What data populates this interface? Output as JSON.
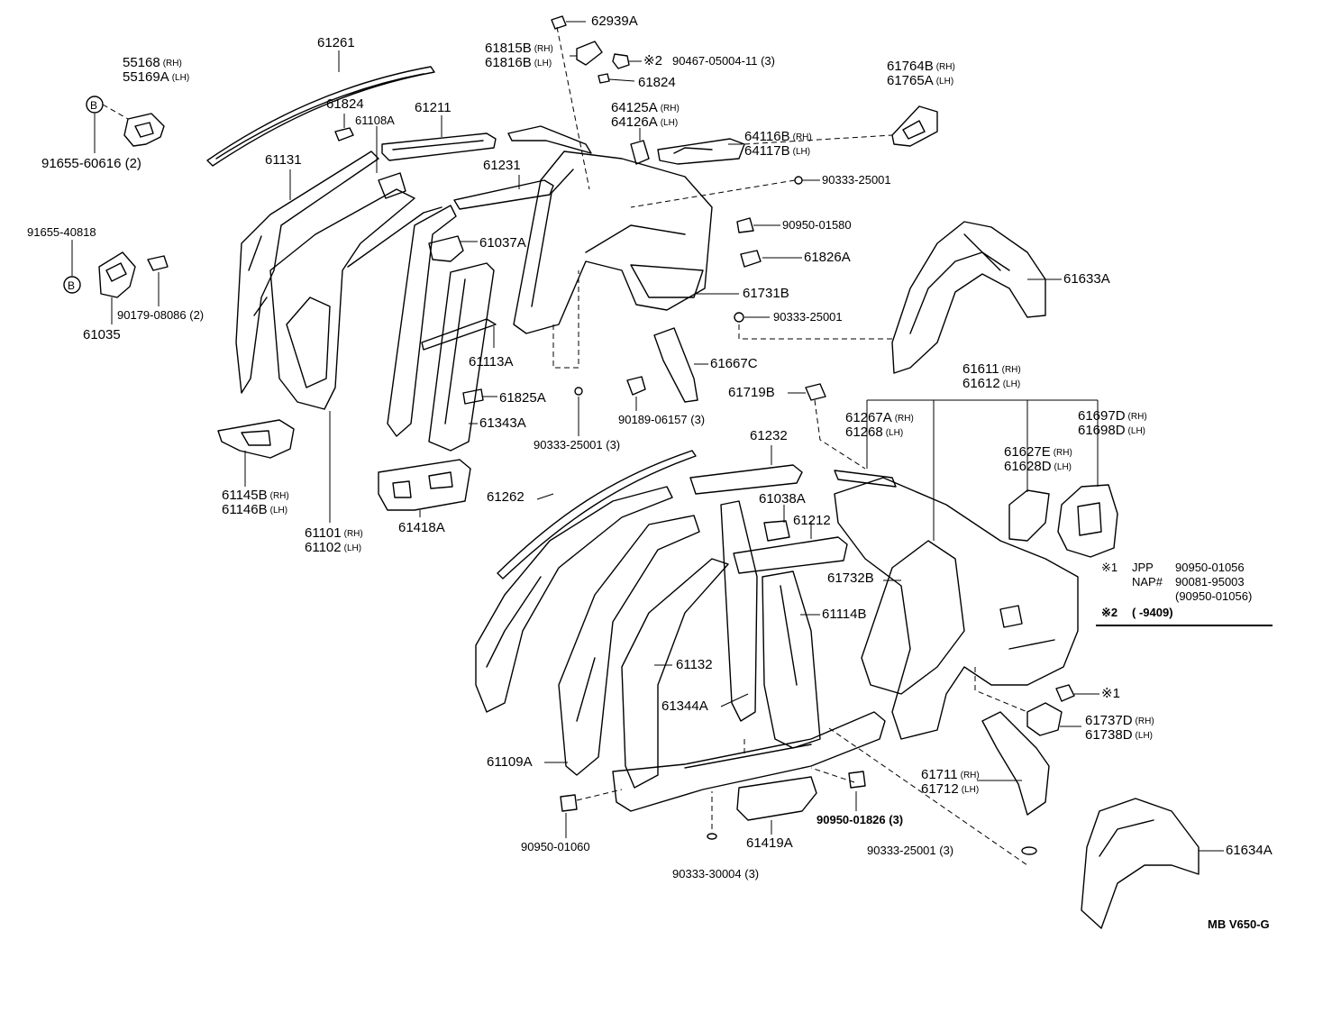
{
  "labels": {
    "p61261": "61261",
    "p55168": "55168",
    "p55168_s": "(RH)",
    "p55169A": "55169A",
    "p55169A_s": "(LH)",
    "b_marker": "B",
    "p91655_60616": "91655-60616 (2)",
    "p61824a": "61824",
    "p61108A": "61108A",
    "p61211": "61211",
    "p61131": "61131",
    "p91655_40818": "91655-40818",
    "p90179": "90179-08086 (2)",
    "p61035": "61035",
    "p62939A": "62939A",
    "p61815B": "61815B",
    "p61815B_s": "(RH)",
    "p61816B": "61816B",
    "p61816B_s": "(LH)",
    "p90467": "90467-05004-11 (3)",
    "mark2": "※2",
    "p61824b": "61824",
    "p64125A": "64125A",
    "p64125A_s": "(RH)",
    "p64126A": "64126A",
    "p64126A_s": "(LH)",
    "p64116B": "64116B",
    "p64116B_s": "(RH)",
    "p64117B": "64117B",
    "p64117B_s": "(LH)",
    "p61764B": "61764B",
    "p61764B_s": "(RH)",
    "p61765A": "61765A",
    "p61765A_s": "(LH)",
    "p61231": "61231",
    "p90333a": "90333-25001",
    "p90950_01580": "90950-01580",
    "p61826A": "61826A",
    "p61037A": "61037A",
    "p61633A": "61633A",
    "p61731B": "61731B",
    "p90333b": "90333-25001",
    "p61113A": "61113A",
    "p61667C": "61667C",
    "p61825A": "61825A",
    "p61343A": "61343A",
    "p90189": "90189-06157 (3)",
    "p90333c": "90333-25001 (3)",
    "p61719B": "61719B",
    "p61611": "61611",
    "p61611_s": "(RH)",
    "p61612": "61612",
    "p61612_s": "(LH)",
    "p61267A": "61267A",
    "p61267A_s": "(RH)",
    "p61268": "61268",
    "p61268_s": "(LH)",
    "p61697D": "61697D",
    "p61697D_s": "(RH)",
    "p61698D": "61698D",
    "p61698D_s": "(LH)",
    "p61627E": "61627E",
    "p61627E_s": "(RH)",
    "p61628D": "61628D",
    "p61628D_s": "(LH)",
    "p61145B": "61145B",
    "p61145B_s": "(RH)",
    "p61146B": "61146B",
    "p61146B_s": "(LH)",
    "p61101": "61101",
    "p61101_s": "(RH)",
    "p61102": "61102",
    "p61102_s": "(LH)",
    "p61418A": "61418A",
    "p61232": "61232",
    "p61262": "61262",
    "p61038A": "61038A",
    "p61212": "61212",
    "p61732B": "61732B",
    "p61114B": "61114B",
    "p61132": "61132",
    "p61344A": "61344A",
    "p61109A": "61109A",
    "p61711": "61711",
    "p61711_s": "(RH)",
    "p61712": "61712",
    "p61712_s": "(LH)",
    "p61737D": "61737D",
    "p61737D_s": "(RH)",
    "p61738D": "61738D",
    "p61738D_s": "(LH)",
    "mark1": "※1",
    "p90950_01060": "90950-01060",
    "p90950_01826": "90950-01826 (3)",
    "p90333_30004": "90333-30004 (3)",
    "p61419A": "61419A",
    "p90333d": "90333-25001 (3)",
    "p61634A": "61634A",
    "figure_code": "MB  V650-G"
  },
  "notes": {
    "n1_mark": "※1",
    "n1_jpp": "JPP",
    "n1_jpp_val": "90950-01056",
    "n1_nap": "NAP#",
    "n1_nap_val": "90081-95003",
    "n1_alt": "(90950-01056)",
    "n2_mark": "※2",
    "n2_val": "(          -9409)"
  },
  "colors": {
    "ink": "#000000",
    "paper": "#ffffff"
  }
}
